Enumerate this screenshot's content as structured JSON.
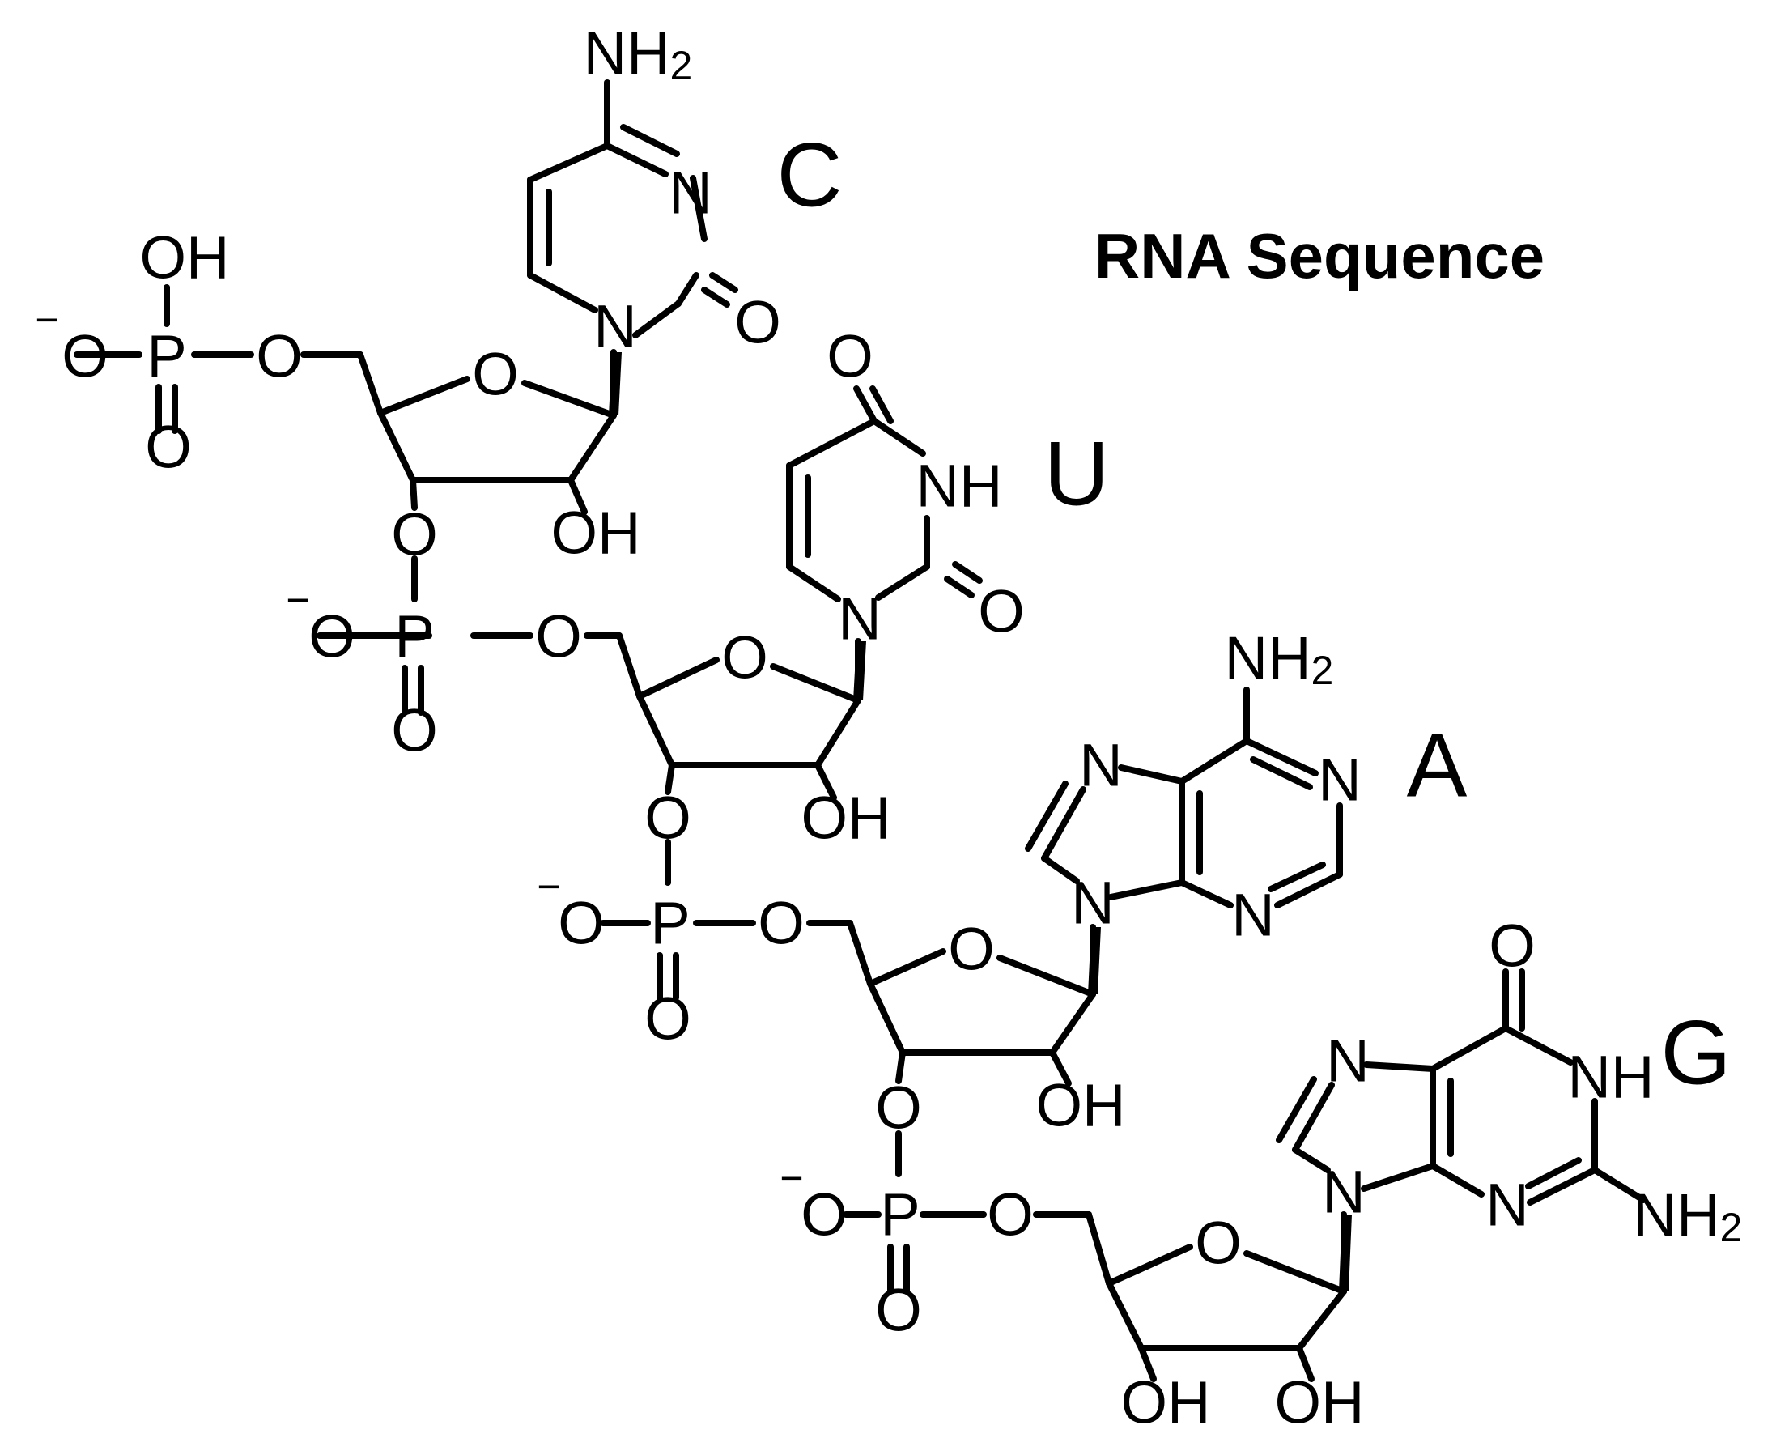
{
  "diagram": {
    "title": "RNA Sequence",
    "charge_symbol": "−",
    "nucleotide_letters": [
      "C",
      "U",
      "A",
      "G"
    ],
    "atoms": {
      "oxygen": "O",
      "phosphorus": "P",
      "nitrogen": "N",
      "hydroxyl": "OH",
      "amine_prefix": "NH",
      "amine_subscript": "2",
      "imine": "NH"
    }
  }
}
